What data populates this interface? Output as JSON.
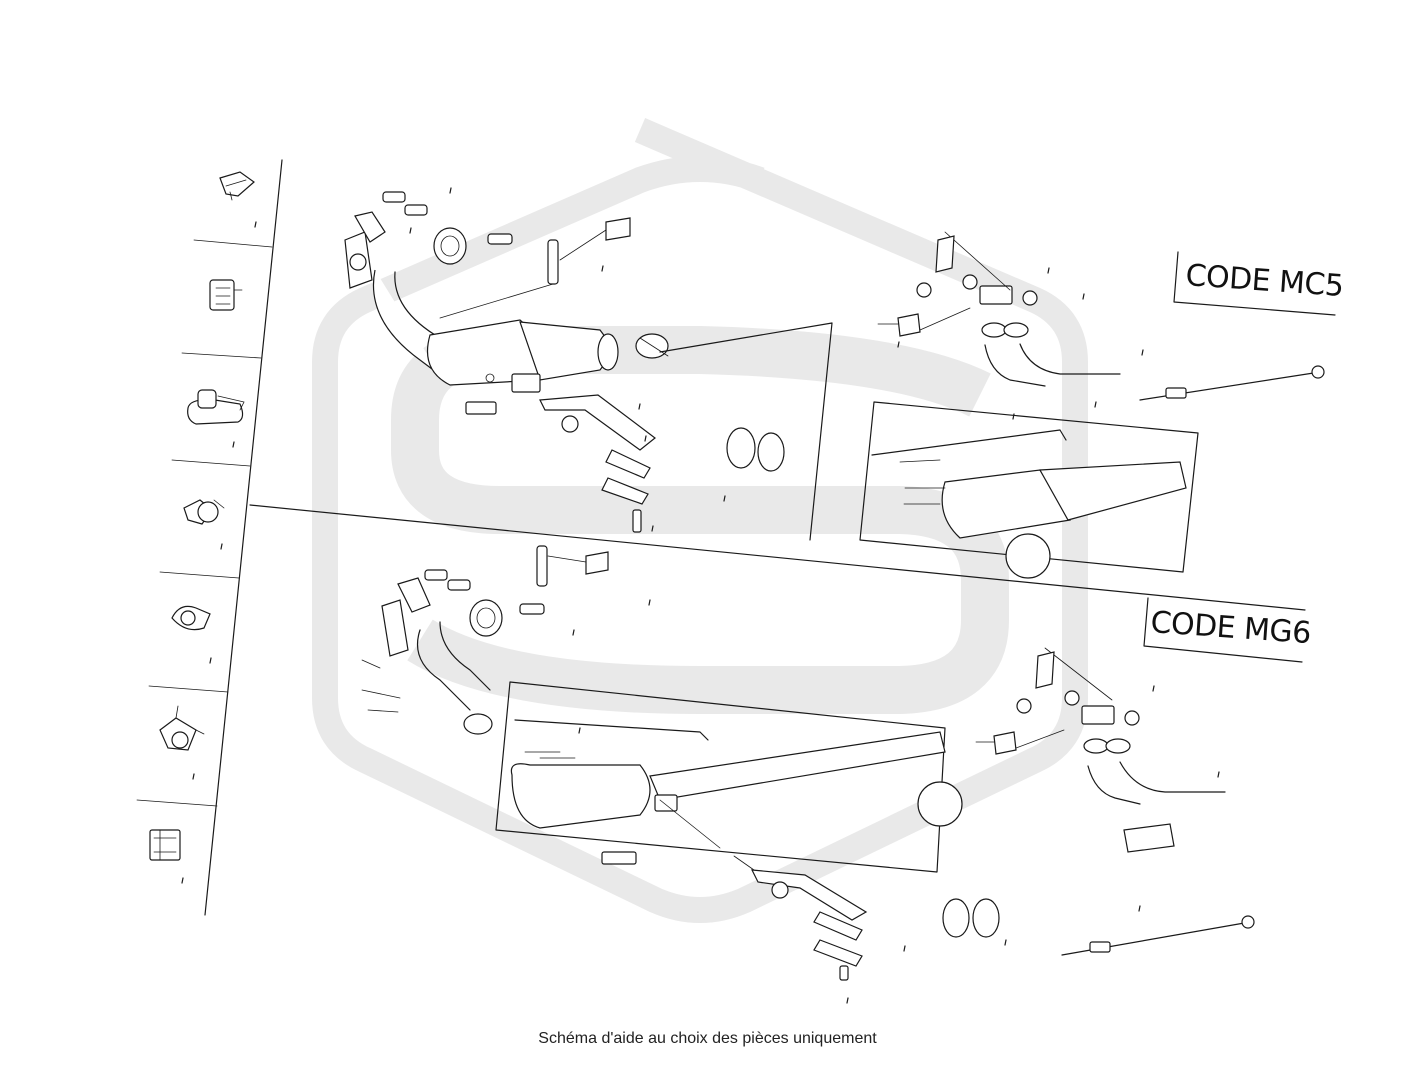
{
  "caption": "Schéma d'aide au choix des pièces uniquement",
  "labels": {
    "code_mc5": "CODE MC5",
    "code_mg6": "CODE MG6"
  },
  "colors": {
    "line": "#1a1a1a",
    "watermark": "#e9e9e9",
    "background": "#ffffff"
  },
  "icons": {
    "watermark": "logo-watermark-icon",
    "clip": "clip-icon",
    "bracket": "bracket-icon",
    "catalytic_converter": "catalytic-converter-icon",
    "particle_filter": "particle-filter-icon",
    "lambda_sensor": "lambda-sensor-icon",
    "exhaust_clamp": "exhaust-clamp-icon",
    "rubber_mount": "rubber-mount-icon",
    "bolt": "bolt-icon",
    "nut": "nut-icon",
    "temperature_sensor": "temperature-sensor-icon",
    "pressure_sensor": "pressure-sensor-icon"
  }
}
